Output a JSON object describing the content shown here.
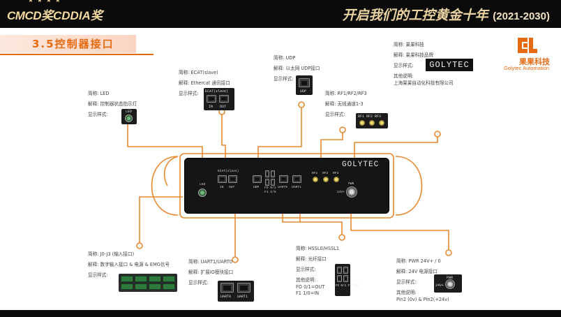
{
  "header": {
    "logo_cmcd": "CMCD奖",
    "logo_cddia": "CDDIA奖",
    "slogan": "开启我们的工控黄金十年",
    "years": "(2021-2030)"
  },
  "section": {
    "title": "3.5控制器接口"
  },
  "brand": {
    "name_cn": "果果科技",
    "name_en": "Golytec Automation"
  },
  "device": {
    "brand": "GOLYTEC",
    "labels": {
      "led": "LED",
      "ecat": "ECAT(slave)",
      "in": "IN",
      "out": "OUT",
      "udp": "UDP",
      "fo": "FO 0/1",
      "f1": "F1 I/O",
      "uart0": "UART0",
      "uart1": "UART1",
      "rf1": "RF1",
      "rf2": "RF2",
      "rf3": "RF3",
      "pwr": "PWR",
      "pwr_side": "24V+"
    }
  },
  "callouts": {
    "led": {
      "name": "简称: LED",
      "desc": "解释: 控制器状态指示灯",
      "style": "显示样式:"
    },
    "ecat": {
      "name": "简称: ECAT(slave)",
      "desc": "解释: Ethercat 通讯接口",
      "style": "显示样式:"
    },
    "udp": {
      "name": "简称: UDP",
      "desc": "解释: 以太网 UDP接口",
      "style": "显示样式:"
    },
    "rf": {
      "name": "简称: RF1/RF2/RF3",
      "desc": "解释: 无线通道1-3",
      "style": "显示样式:"
    },
    "brand": {
      "name": "简称: 果果科技",
      "desc": "解释: 果果科技品牌",
      "style": "显示样式:",
      "other_label": "其他说明:",
      "other_value": "上海果果自动化科技有限公司"
    },
    "jo": {
      "name": "简称: J0-J3 (输入接口)",
      "desc": "解释: 数字输入接口 & 电源 & EMG信号",
      "style": "显示样式:"
    },
    "uart": {
      "name": "简称: UART1/UART0",
      "desc": "解释: 扩展IO模块接口",
      "style": "显示样式:"
    },
    "hssl": {
      "name": "简称: HSSL0/HSSL1",
      "desc": "解释: 光纤接口",
      "style": "显示样式:",
      "other_label": "其他说明:",
      "other_line1": "FO 0/1=OUT",
      "other_line2": "F1 1/0=IN"
    },
    "pwr": {
      "name": "简称: PWR 24V+ / 0",
      "desc": "解释: 24V 电源接口",
      "style": "显示样式:",
      "other_label": "其他说明:",
      "other_value": "Pin2 (0v) & Pin2(+24v)"
    }
  },
  "thumbs": {
    "led": "LED",
    "ecat": "ECAT(slave)",
    "ecat_in": "IN",
    "ecat_out": "OUT",
    "udp": "UDP",
    "rf": "RF1  RF2  RF3",
    "golytec": "GOLYTEC",
    "uart0": "UART0",
    "uart1": "UART1",
    "hssl": "FO 0/1  F1 I/O",
    "pwr": "PWR",
    "pwr_side": "24V+"
  },
  "colors": {
    "accent": "#e56a12",
    "dark": "#151515",
    "header_gold": "#e9d3a2"
  }
}
